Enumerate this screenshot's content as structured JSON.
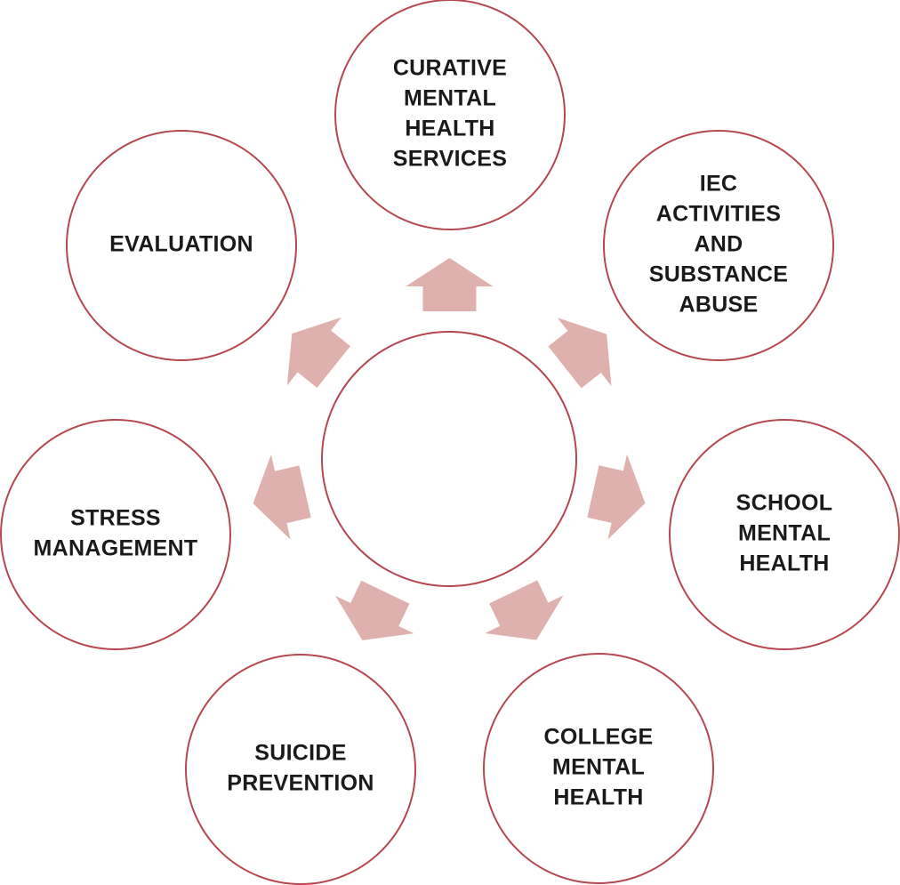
{
  "diagram": {
    "hub_label": "",
    "colors": {
      "circle_stroke": "#b5484f",
      "arrow_fill": "#deb0ae",
      "text": "#1a1a1a"
    },
    "nodes": [
      {
        "id": "curative",
        "lines": [
          "CURATIVE",
          "MENTAL",
          "HEALTH",
          "SERVICES"
        ]
      },
      {
        "id": "iec",
        "lines": [
          "IEC",
          "ACTIVITIES",
          "AND",
          "SUBSTANCE",
          "ABUSE"
        ]
      },
      {
        "id": "school",
        "lines": [
          "SCHOOL",
          "MENTAL",
          "HEALTH"
        ]
      },
      {
        "id": "college",
        "lines": [
          "COLLEGE",
          "MENTAL",
          "HEALTH"
        ]
      },
      {
        "id": "suicide",
        "lines": [
          "SUICIDE",
          "PREVENTION"
        ]
      },
      {
        "id": "stress",
        "lines": [
          "STRESS",
          "MANAGEMENT"
        ]
      },
      {
        "id": "evaluation",
        "lines": [
          "EVALUATION"
        ]
      }
    ]
  }
}
